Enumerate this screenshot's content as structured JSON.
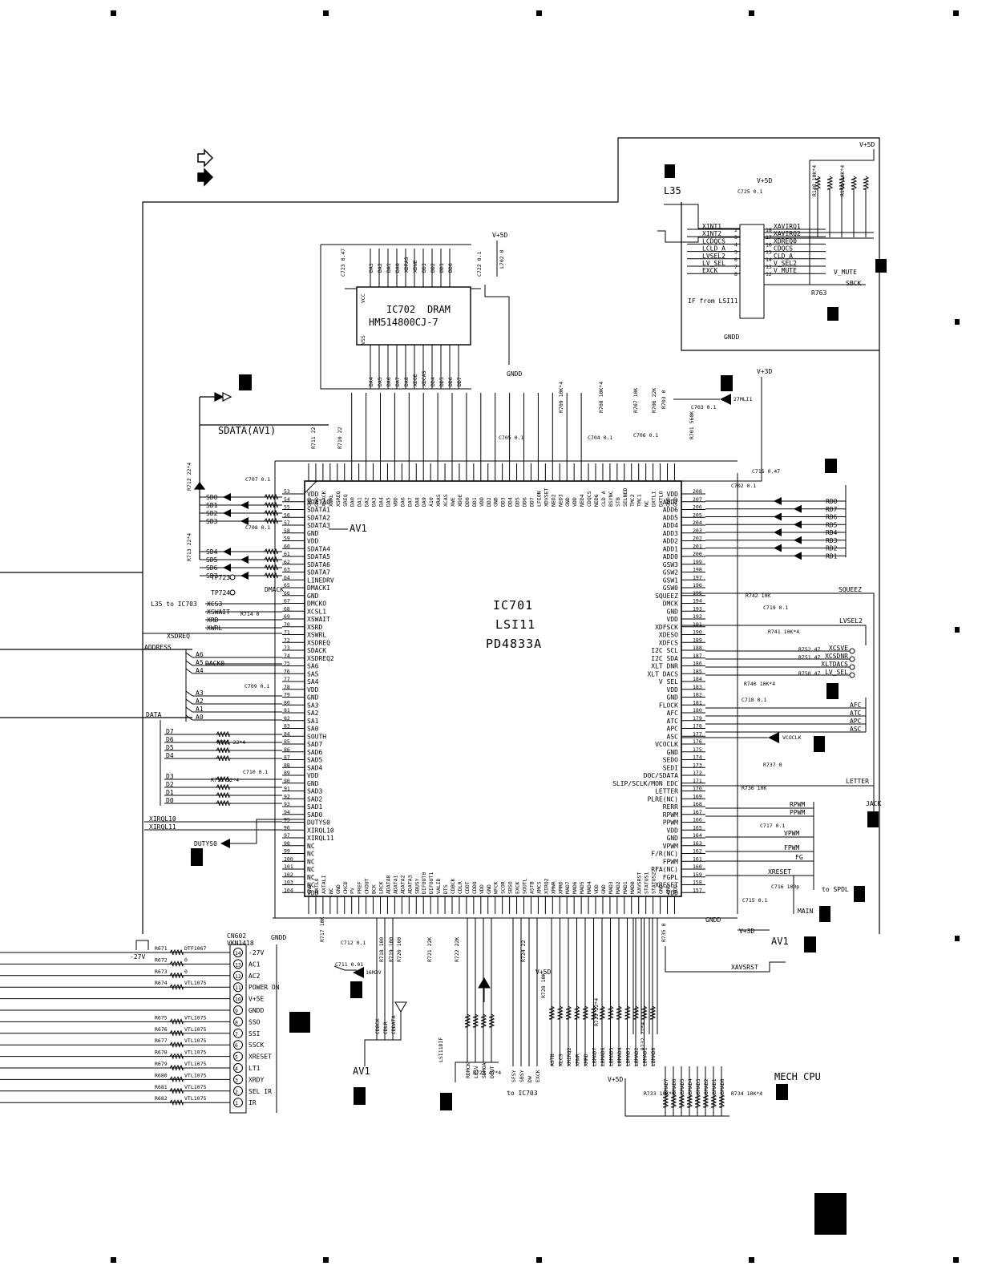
{
  "ic701": {
    "ref": "IC701",
    "name": "LSI11",
    "part": "PD4833A"
  },
  "ic702": {
    "ref": "IC702",
    "type": "DRAM",
    "part": "HM514800CJ-7"
  },
  "labels": {
    "sdata": "SDATA(AV1)",
    "av1_a": "AV1",
    "av1_b": "AV1",
    "av1_c": "AV1",
    "l35": "L35",
    "mech_cpu": "MECH CPU",
    "lsi11dif": "LSI11DIF",
    "to_ic703": "to IC703",
    "address": "ADDRESS",
    "data": "DATA",
    "main": "MAIN",
    "to_spdl": "to SPDL",
    "jack": "JACK",
    "squeez": "SQUEEZ",
    "letter": "LETTER",
    "lvsel2": "LVSEL2",
    "xsdreq": "XSDREQ",
    "xavsrst": "XAVSRST",
    "l35_to_ic703": "L35 to IC703",
    "if_from_lsi11": "IF from LSI11"
  },
  "power": {
    "v5d": "V+5D",
    "v3d": "V+3D",
    "gnd": "GNDD"
  },
  "left_pins": [
    "VDD",
    "SDATA0",
    "SDATA1",
    "SDATA2",
    "SDATA3",
    "GND",
    "VDD",
    "SDATA4",
    "SDATA5",
    "SDATA6",
    "SDATA7",
    "LINEDRV",
    "DMACKI",
    "GND",
    "DMCKO",
    "XCSL1",
    "XSWAIT",
    "XSRD",
    "XSWRL",
    "XSDREQ",
    "SDACK",
    "XSDREQ2",
    "SA6",
    "SA5",
    "SA4",
    "VDD",
    "GND",
    "SA3",
    "SA2",
    "SA1",
    "SA0",
    "SOUTH",
    "SAD7",
    "SAD6",
    "SAD5",
    "SAD4",
    "VDD",
    "GND",
    "SAD3",
    "SAD2",
    "SAD1",
    "SAD0",
    "DUTYS0",
    "XIRQL10",
    "XIRQL11",
    "NC",
    "NC",
    "NC",
    "NC",
    "NC",
    "NC",
    "VDD"
  ],
  "left_nums": [
    "53",
    "54",
    "55",
    "56",
    "57",
    "58",
    "59",
    "60",
    "61",
    "62",
    "63",
    "64",
    "65",
    "66",
    "67",
    "68",
    "69",
    "70",
    "71",
    "72",
    "73",
    "74",
    "75",
    "76",
    "77",
    "78",
    "79",
    "80",
    "81",
    "82",
    "83",
    "84",
    "85",
    "86",
    "87",
    "88",
    "89",
    "90",
    "91",
    "92",
    "93",
    "94",
    "95",
    "96",
    "97",
    "98",
    "99",
    "100",
    "101",
    "102",
    "103",
    "104"
  ],
  "right_pins": [
    "VDD",
    "ADD7",
    "ADD6",
    "ADD5",
    "ADD4",
    "ADD3",
    "ADD2",
    "ADD1",
    "ADD0",
    "GSW3",
    "GSW2",
    "GSW1",
    "GSW0",
    "SQUEEZ",
    "DMCK",
    "GND",
    "VDD",
    "XDFSCK",
    "XDESO",
    "XDFCS",
    "I2C SCL",
    "I2C SDA",
    "XLT DNR",
    "XLT DACS",
    "V SEL",
    "VDD",
    "GND",
    "FLOCK",
    "AFC",
    "ATC",
    "APC",
    "ASC",
    "VCOCLK",
    "GND",
    "SEDO",
    "SEDI",
    "DOC/SDATA",
    "SLIP/SCLK/MON EDC",
    "LETTER",
    "PLRE(NC)",
    "RERR",
    "RPWM",
    "PPWM",
    "VDD",
    "GND",
    "VPWM",
    "F/R(NC)",
    "FPWM",
    "RFA(NC)",
    "FGPL",
    "XRESET",
    "VDD"
  ],
  "right_nums": [
    "208",
    "207",
    "206",
    "205",
    "204",
    "203",
    "202",
    "201",
    "200",
    "199",
    "198",
    "197",
    "196",
    "195",
    "194",
    "193",
    "192",
    "191",
    "190",
    "189",
    "188",
    "187",
    "186",
    "185",
    "184",
    "183",
    "182",
    "181",
    "180",
    "179",
    "178",
    "177",
    "176",
    "175",
    "174",
    "173",
    "172",
    "171",
    "170",
    "169",
    "168",
    "167",
    "166",
    "165",
    "164",
    "163",
    "162",
    "161",
    "160",
    "159",
    "158",
    "157"
  ],
  "top_pins": [
    "GND",
    "GND",
    "XSACK",
    "XWRL",
    "XSREQ",
    "SREQ",
    "DA0",
    "DA1",
    "DA2",
    "DA3",
    "DA4",
    "DA5",
    "VDD",
    "DA6",
    "DA7",
    "DA8",
    "DA9",
    "A10",
    "XRAS",
    "XCAS",
    "XWE",
    "XDOE",
    "DD0",
    "DD1",
    "VDD",
    "DD2",
    "GND",
    "DD3",
    "DD4",
    "DD5",
    "DD6",
    "DD7",
    "LFEON",
    "XDVSET",
    "NED2",
    "NED3",
    "GND",
    "VDD",
    "NED4",
    "CDQCS",
    "NED6",
    "CLD A",
    "BSYNC",
    "STB",
    "SELNED",
    "TMC2",
    "TMC1",
    "NC",
    "DXTLI",
    "DXTLO",
    "GND",
    "GND"
  ],
  "bottom_pins": [
    "GND",
    "AXTLO",
    "AXTALI",
    "NC",
    "GND",
    "CKCD",
    "PV",
    "PREF",
    "CKOUT",
    "BCK",
    "LRCK",
    "ADATA0",
    "ADATA1",
    "ADATA2",
    "ADATA3",
    "SBUSY",
    "DIFOUT0",
    "DIFOUT1",
    "VALID",
    "DTS",
    "CDBCK",
    "CDLR",
    "CDDT",
    "CDDO",
    "VDD",
    "GND",
    "WFCK",
    "SCOR",
    "SBSO",
    "EXCK",
    "SOUTL",
    "ASTB",
    "XMCS",
    "XIRQ2",
    "XMWR",
    "XMRD",
    "MAD7",
    "MAD6",
    "MAD5",
    "MAD4",
    "VDD",
    "GND",
    "MAD3",
    "MAD2",
    "MAD1",
    "MAD0",
    "XAVSRST",
    "STATUS1",
    "STATUS2",
    "GND",
    "GND",
    "VDD"
  ],
  "sd_labels": [
    "SD0",
    "SD1",
    "SD2",
    "SD3",
    "SD4",
    "SD5",
    "SD6",
    "SD7"
  ],
  "rd_labels": [
    "RD0",
    "RD7",
    "RD6",
    "RD5",
    "RD4",
    "RD3",
    "RD2",
    "RD1"
  ],
  "address_bus": [
    "A6",
    "A5",
    "A4",
    "A3",
    "A2",
    "A1",
    "A0"
  ],
  "data_bus": [
    "D7",
    "D6",
    "D5",
    "D4",
    "D3",
    "D2",
    "D1",
    "D0"
  ],
  "xirq_labels": [
    "XIRQL10",
    "XIRQL11"
  ],
  "left_ctrl": [
    "XCS3",
    "XSWAIT",
    "XRD",
    "XWRL"
  ],
  "dack": "DACK0",
  "dmack": "DMACK",
  "tp": [
    "TP723",
    "TP724"
  ],
  "duty": "DUTYS0",
  "cn602": {
    "ref": "CN602",
    "part": "VKN1418",
    "nums": [
      "14",
      "13",
      "12",
      "11",
      "10",
      "9",
      "8",
      "7",
      "6",
      "5",
      "4",
      "3",
      "2",
      "1"
    ],
    "pins": [
      "-27V",
      "AC1",
      "AC2",
      "POWER ON",
      "V+5E",
      "GNDD",
      "SSO",
      "SSI",
      "SSCK",
      "XRESET",
      "LT1",
      "XRDY",
      "SEL IR",
      "IR"
    ],
    "resistors": [
      "R671",
      "R672",
      "R673",
      "R674",
      "",
      "",
      "R675",
      "R676",
      "R677",
      "R678",
      "R679",
      "R680",
      "R681",
      "R682"
    ],
    "parts": [
      "DTF1067",
      "0",
      "0",
      "VTL1075",
      "",
      "",
      "VTL1075",
      "VTL1075",
      "VTL1075",
      "VTL1075",
      "VTL1075",
      "VTL1075",
      "VTL1075",
      "VTL1075"
    ],
    "m27v": "-27V"
  },
  "l35_block": {
    "left_in": [
      "XINT1",
      "XINT2",
      "LCDQCS",
      "LCLD_A",
      "LVSEL2",
      "LV_SEL",
      "EXCK"
    ],
    "right_out": [
      "XAVIRQ1",
      "XAVIRQ2",
      "XDREQ0",
      "CDQCS",
      "CLD_A",
      "V_SEL2",
      "V_MUTE"
    ],
    "v_mute": "V_MUTE",
    "sbck": "SBCK",
    "r763": "R763",
    "r148": "R148 10K*4",
    "r149": "R149 10K*4",
    "c725": "C725 0.1"
  },
  "right_signals": [
    "AFC",
    "ATC",
    "APC",
    "ASC"
  ],
  "right_ctrl": [
    "XCSVE",
    "XCSDNR",
    "XLTDACS",
    "LV_SEL"
  ],
  "right_pwm": [
    "RPWM",
    "PPWM",
    "VPWM",
    "FPWM",
    "FG",
    "XRESET"
  ],
  "vcoclk": "VCOCLK",
  "clk27": "27MLI1",
  "mhz16": "16M3V",
  "bottom_av1": [
    "CDBCK",
    "CDLR",
    "CDDATA"
  ],
  "bottom_if": [
    "SFSY",
    "SBSY",
    "DW",
    "EXCK"
  ],
  "bottom_mech": [
    "ASTB",
    "XLCS",
    "XMIRQ2",
    "XMWR",
    "XMRD",
    "LBMAD7",
    "LBMAD6",
    "LBMAD5",
    "LBMAD4",
    "LBMAD3",
    "LBMAD2",
    "LBMAD1",
    "LBMAD0"
  ],
  "bottom_sub": [
    "RDMCK",
    "LRSV",
    "SDMOA",
    "DOUT"
  ],
  "bmad": [
    "BMAD7",
    "BMAD6",
    "BMAD5",
    "BMAD4",
    "BMAD3",
    "BMAD2",
    "BMAD1",
    "BMAD0"
  ],
  "r733": "R733 10K*4",
  "r734": "R734 10K*4",
  "top_caps": [
    "C723 0.47",
    "C722 0.1",
    "L702 0"
  ],
  "c_labels": [
    "C707 0.1",
    "C708 0.1",
    "C709 0.1",
    "C710 0.1",
    "C711 0.01",
    "C712 0.1",
    "C715 0.1",
    "C716 100p",
    "C717 0.1",
    "C718 0.1",
    "C719 0.1",
    "C702 0.1",
    "C715 0.47",
    "C703 0.1",
    "C704 0.1",
    "C705 0.1",
    "C706 0.1"
  ],
  "r_labels": [
    "R712 22*4",
    "R713 22*4",
    "R714 0",
    "R715 22*4",
    "R716 22*4",
    "R717 10K",
    "R718 100",
    "R719 100",
    "R720 100",
    "R721 22K",
    "R722 22K",
    "R723 47*4",
    "R724 22",
    "R728 10K",
    "R731 22*4",
    "R732 22*4",
    "R735 0",
    "R736 10K",
    "R737 0",
    "R740 10K*4",
    "R741 10K*4",
    "R742 10K",
    "R750 47",
    "R751 47",
    "R752 47",
    "R706 22K",
    "R707 10K",
    "R708 10K*4",
    "R709 10K*4",
    "R701 560K",
    "R703 0",
    "R710 22",
    "R711 22"
  ]
}
